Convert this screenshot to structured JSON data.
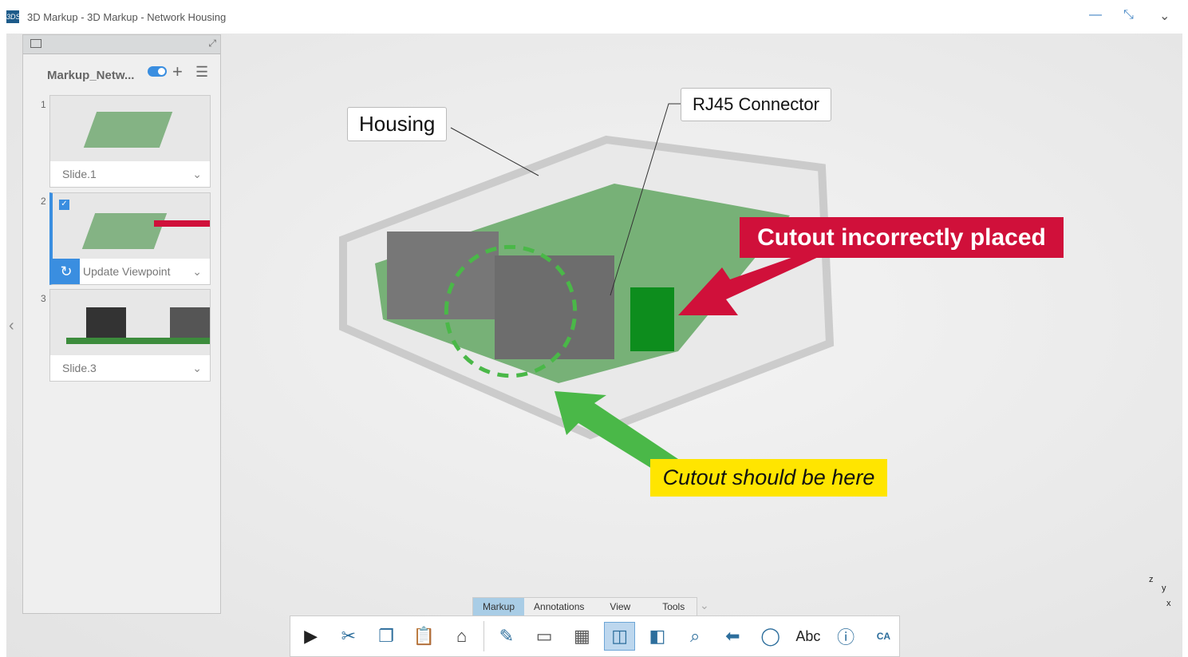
{
  "window": {
    "title": "3D Markup - 3D Markup - Network Housing",
    "logo": "3DS"
  },
  "panel": {
    "markup_name": "Markup_Netw...",
    "slides": [
      {
        "num": "1",
        "label": "Slide.1"
      },
      {
        "num": "2",
        "label": "Update Viewpoint"
      },
      {
        "num": "3",
        "label": "Slide.3"
      }
    ]
  },
  "annotations": {
    "housing": "Housing",
    "rj45": "RJ45 Connector",
    "cutout_wrong": "Cutout incorrectly placed",
    "cutout_right": "Cutout should be here"
  },
  "toolbar": {
    "tabs": [
      "Markup",
      "Annotations",
      "View",
      "Tools"
    ],
    "abc": "Abc"
  },
  "axes": {
    "z": "z",
    "y": "y",
    "x": "x"
  },
  "colors": {
    "red": "#d0103a",
    "yellow": "#ffe500",
    "green": "#4ab848",
    "accent": "#3a8ee0"
  }
}
